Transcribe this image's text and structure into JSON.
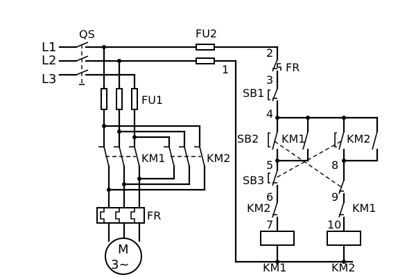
{
  "labels": {
    "l1": "L1",
    "l2": "L2",
    "l3": "L3",
    "qs": "QS",
    "fu1": "FU1",
    "fu2": "FU2",
    "km1_main": "KM1",
    "km2_main": "KM2",
    "fr_main": "FR",
    "motor_m": "M",
    "motor_phase": "3~",
    "fr_ctrl": "FR",
    "sb1": "SB1",
    "sb2": "SB2",
    "sb3": "SB3",
    "km1_hold": "KM1",
    "km2_hold": "KM2",
    "km2_interlock": "KM2",
    "km1_interlock": "KM1",
    "coil_km1": "KM1",
    "coil_km2": "KM2"
  },
  "nodes": {
    "n1": "1",
    "n2": "2",
    "n3": "3",
    "n4": "4",
    "n5": "5",
    "n6": "6",
    "n7": "7",
    "n8": "8",
    "n9": "9",
    "n10": "10"
  }
}
